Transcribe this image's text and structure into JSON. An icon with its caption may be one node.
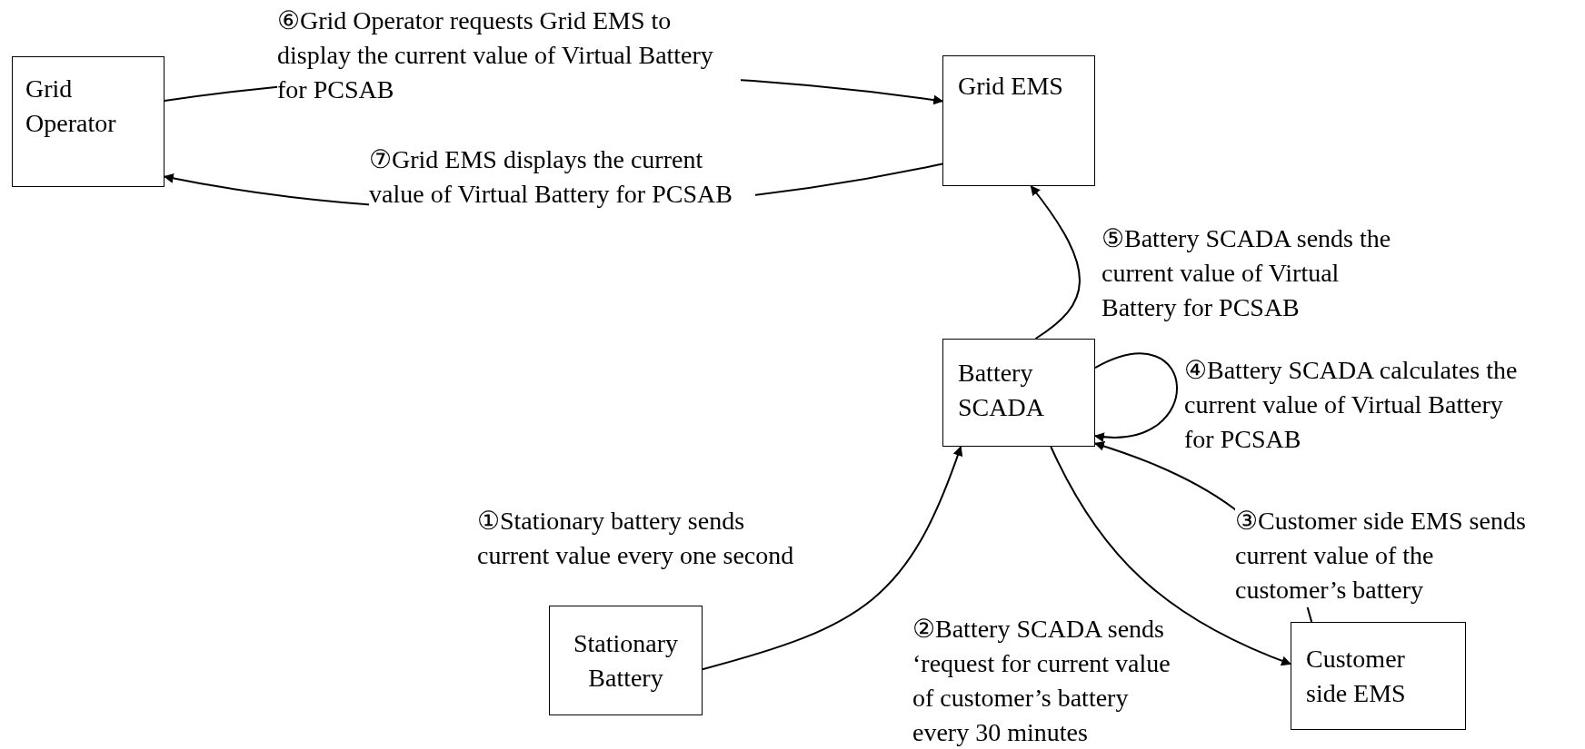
{
  "diagram": {
    "nodes": [
      {
        "text": [
          "Grid Operator"
        ]
      },
      {
        "text": [
          "Grid EMS"
        ]
      },
      {
        "text": [
          "Battery SCADA"
        ]
      },
      {
        "text": [
          "Stationary Battery"
        ]
      },
      {
        "text": [
          "Customer side EMS"
        ]
      }
    ],
    "edges": [
      {
        "from": 0,
        "to": 1,
        "arrow": "to",
        "label": "⑥Grid Operator requests Grid EMS to display the current value of Virtual Battery for PCSAB"
      },
      {
        "from": 1,
        "to": 0,
        "arrow": "to",
        "label": "⑦Grid EMS displays the current value of Virtual Battery for PCSAB"
      },
      {
        "from": 2,
        "to": 1,
        "arrow": "to",
        "label": "⑤Battery SCADA sends the current value of Virtual Battery for PCSAB"
      },
      {
        "from": 2,
        "to": 2,
        "arrow": "to",
        "label": "④Battery SCADA calculates the current value of Virtual Battery for PCSAB"
      },
      {
        "from": 3,
        "to": 2,
        "arrow": "to",
        "label": "①Stationary battery sends current value every one second"
      },
      {
        "from": 2,
        "to": 4,
        "arrow": "to",
        "label": "②Battery SCADA sends ‘request for current value of customer’s battery every 30 minutes"
      },
      {
        "from": 4,
        "to": 2,
        "arrow": "to",
        "label": "③Customer side EMS sends current value of the customer’s battery"
      }
    ]
  }
}
